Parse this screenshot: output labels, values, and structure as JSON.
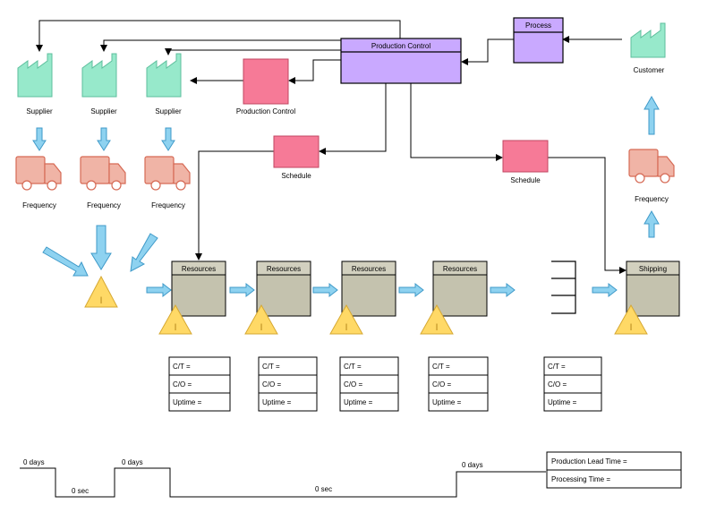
{
  "colors": {
    "factory": "#97E9CB",
    "truck": "#F0B4A6",
    "truck_stroke": "#D66A55",
    "kanban": "#F67A97",
    "process_fill": "#C9A9FF",
    "resource_body": "#C4C2AE",
    "resource_header": "#D2D0BF",
    "inventory_fill": "#FFD966",
    "inventory_stroke": "#D6A832",
    "push_arrow": "#8ED2F0",
    "push_arrow_stroke": "#3F9AC9"
  },
  "labels": {
    "suppliers": [
      "Supplier",
      "Supplier",
      "Supplier"
    ],
    "frequencies": [
      "Frequency",
      "Frequency",
      "Frequency"
    ],
    "customer": "Customer",
    "customer_frequency": "Frequency",
    "process": "Process",
    "production_control_main": "Production Control",
    "production_control_box": "Production Control",
    "schedules": [
      "Schedule",
      "Schedule"
    ],
    "resources": [
      "Resources",
      "Resources",
      "Resources",
      "Resources"
    ],
    "shipping": "Shipping",
    "inventory_mark": "I"
  },
  "data_boxes": [
    [
      "C/T =",
      "C/O =",
      "Uptime ="
    ],
    [
      "C/T =",
      "C/O =",
      "Uptime ="
    ],
    [
      "C/T =",
      "C/O =",
      "Uptime ="
    ],
    [
      "C/T =",
      "C/O =",
      "Uptime ="
    ],
    [
      "C/T =",
      "C/O =",
      "Uptime ="
    ]
  ],
  "timeline": {
    "days": [
      "0 days",
      "0 days",
      "0 days"
    ],
    "secs": [
      "0 sec",
      "0 sec"
    ],
    "summary": [
      "Production Lead Time =",
      "Processing Time ="
    ]
  },
  "icons": [
    "factory-icon",
    "truck-icon",
    "inventory-triangle-icon",
    "push-arrow-icon",
    "supermarket-icon",
    "kanban-icon"
  ]
}
